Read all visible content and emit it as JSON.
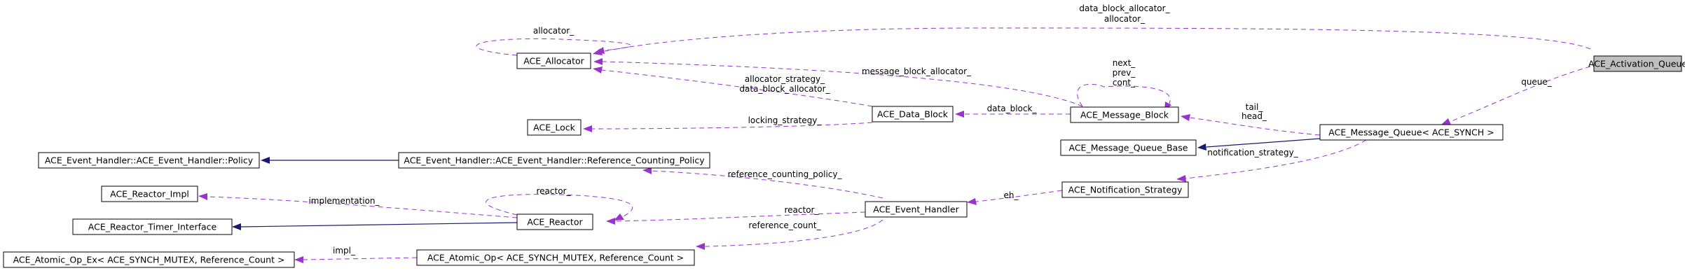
{
  "colors": {
    "usage_edge": "#9a32cd",
    "inheritance_edge": "#191970",
    "root_fill": "#bfbfbf"
  },
  "nodes": {
    "activation_queue": "ACE_Activation_Queue",
    "allocator": "ACE_Allocator",
    "message_block": "ACE_Message_Block",
    "data_block": "ACE_Data_Block",
    "lock": "ACE_Lock",
    "policy": "ACE_Event_Handler::ACE_Event_Handler::Policy",
    "ref_counting_policy": "ACE_Event_Handler::ACE_Event_Handler::Reference_Counting_Policy",
    "message_queue": "ACE_Message_Queue< ACE_SYNCH >",
    "message_queue_base": "ACE_Message_Queue_Base",
    "notification_strategy": "ACE_Notification_Strategy",
    "event_handler": "ACE_Event_Handler",
    "reactor_impl": "ACE_Reactor_Impl",
    "reactor_timer_interface": "ACE_Reactor_Timer_Interface",
    "reactor": "ACE_Reactor",
    "atomic_op_ex": "ACE_Atomic_Op_Ex< ACE_SYNCH_MUTEX, Reference_Count >",
    "atomic_op": "ACE_Atomic_Op< ACE_SYNCH_MUTEX, Reference_Count >"
  },
  "edge_labels": {
    "dba_1": "data_block_allocator_",
    "dba_2": "allocator_",
    "allocator_self": "allocator_",
    "mba": "message_block_allocator_",
    "as_1": "allocator_strategy_",
    "as_2": "data_block_allocator_",
    "mb_self_1": "next_",
    "mb_self_2": "prev_",
    "mb_self_3": "cont_",
    "data_block": "data_block_",
    "locking": "locking_strategy_",
    "tail": "tail_",
    "head": "head_",
    "queue": "queue_",
    "notification": "notification_strategy_",
    "eh": "eh_",
    "ref_policy": "reference_counting_policy_",
    "implementation": "implementation_",
    "reactor_self": "reactor_",
    "reactor": "reactor_",
    "ref_count": "reference_count_",
    "impl": "impl_"
  }
}
